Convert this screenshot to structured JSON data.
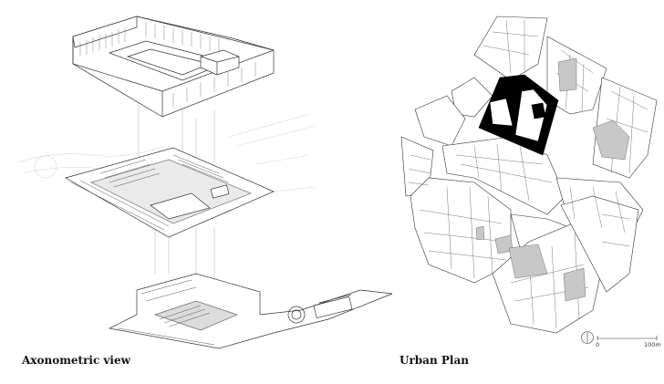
{
  "captions": {
    "axonometric": "Axonometric view",
    "urban_plan": "Urban Plan"
  },
  "scale_bar": {
    "start_label": "0",
    "end_label": "100m"
  },
  "colors": {
    "line": "#333333",
    "highlight_building": "#000000",
    "courtyard_gray": "#c8c8c8",
    "paper": "#ffffff"
  },
  "icons": {
    "north_arrow": "north-arrow-icon"
  }
}
